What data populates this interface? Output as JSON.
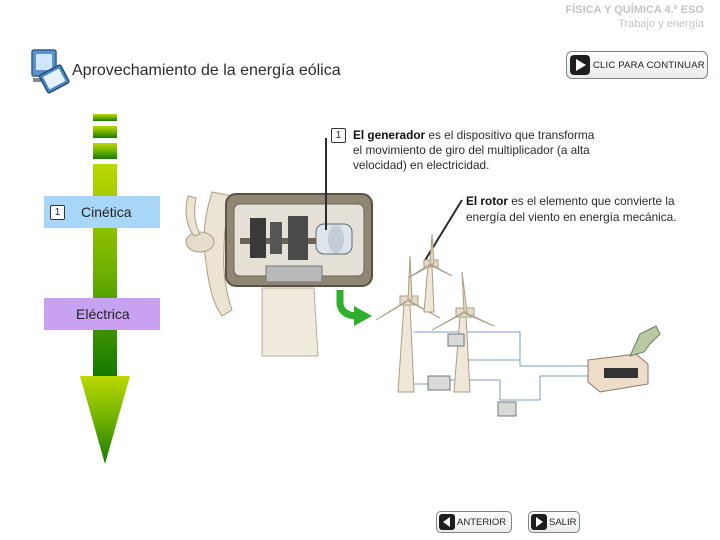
{
  "header": {
    "course": "FÍSICA Y QUÍMICA 4.º ESO",
    "topic": "Trabajo y energía"
  },
  "page": {
    "title": "Aprovechamiento de la energía eólica"
  },
  "buttons": {
    "continue": "CLIC PARA CONTINUAR",
    "previous": "ANTERIOR",
    "exit": "SALIR"
  },
  "energy_chain": {
    "kinetic": {
      "number": "1",
      "label": "Cinética"
    },
    "electric": {
      "label": "Eléctrica"
    }
  },
  "info": {
    "generator": {
      "number": "1",
      "term": "El generador",
      "text_first": " es el dispositivo que transforma",
      "text_rest": "el movimiento de giro del multiplicador (a alta velocidad) en electricidad."
    },
    "rotor": {
      "term": "El rotor",
      "text": " es el elemento que convierte la energía del viento en energía mecánica."
    }
  },
  "colors": {
    "arrow_top": "#bcd800",
    "arrow_bottom": "#157a00",
    "kinetic_box": "#a8d6f7",
    "electric_box": "#c9a1f2",
    "pointer_arrow": "#2eb02e",
    "cable": "#7a9cc4"
  },
  "icons": {
    "logo": "book-screen-logo-icon",
    "continue": "play-arrow-icon",
    "previous": "arrow-left-icon",
    "exit": "arrow-right-icon"
  }
}
